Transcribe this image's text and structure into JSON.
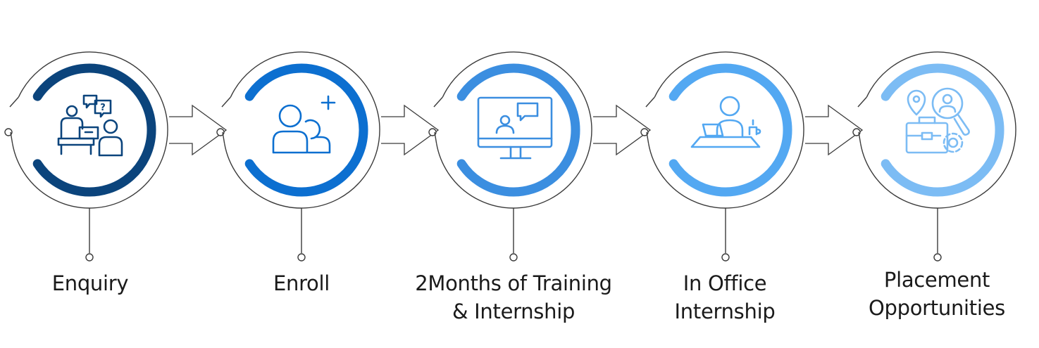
{
  "steps": [
    {
      "label_lines": [
        "Enquiry"
      ],
      "color": "#0b447c",
      "icon": "enquiry-meeting-icon"
    },
    {
      "label_lines": [
        "Enroll"
      ],
      "color": "#0c6fd0",
      "icon": "add-users-icon"
    },
    {
      "label_lines": [
        "2Months of Training",
        "& Internship"
      ],
      "color": "#3b8ee0",
      "icon": "monitor-chat-icon"
    },
    {
      "label_lines": [
        "In Office",
        "Internship"
      ],
      "color": "#53a8f2",
      "icon": "office-desk-icon"
    },
    {
      "label_lines": [
        "Placement",
        "Opportunities"
      ],
      "color": "#7cbcf4",
      "icon": "job-search-icon"
    }
  ],
  "connector_icon": "chevron-arrow-icon",
  "line_color": "#3a3a3a"
}
